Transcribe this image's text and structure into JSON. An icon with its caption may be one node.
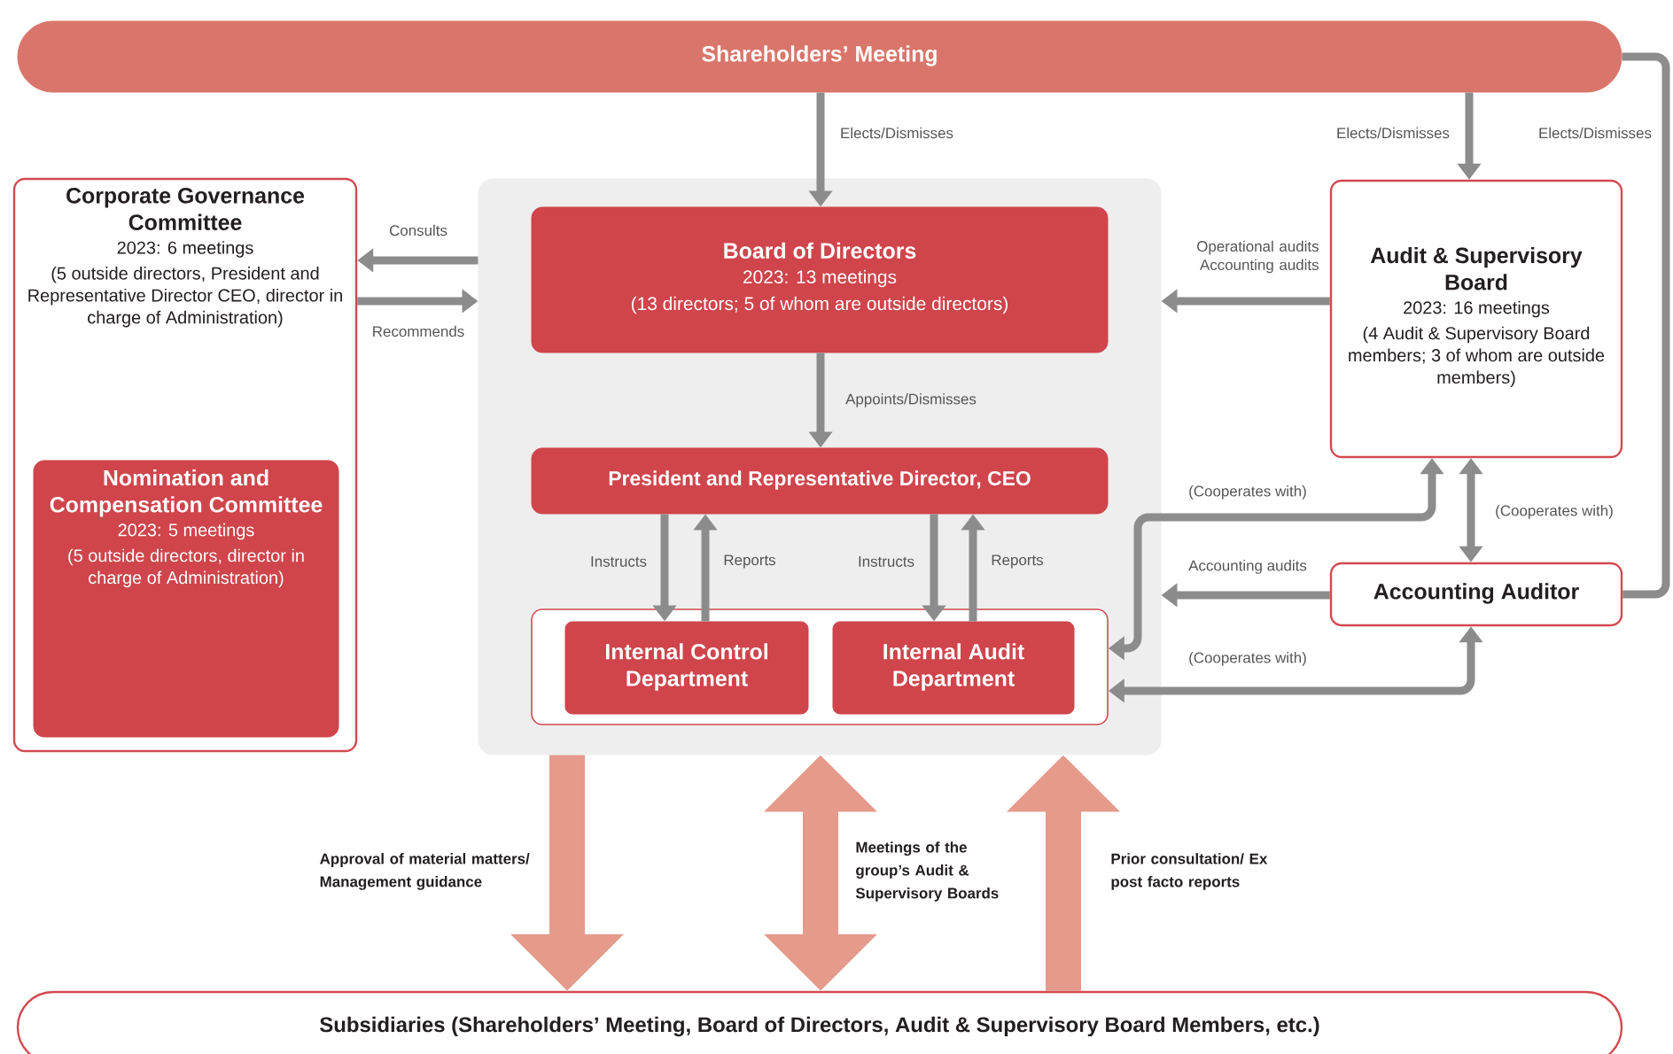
{
  "diagram": {
    "nodes": [
      {
        "text": [
          "Shareholders’ Meeting"
        ]
      },
      {
        "text": [
          "Corporate Governance Committee",
          "2023: 6 meetings",
          "(5 outside directors, President and Representative Director CEO, director in charge of Administration)"
        ]
      },
      {
        "text": [
          "Nomination and Compensation Committee",
          "2023: 5 meetings",
          "(5 outside directors, director in charge of Administration)"
        ],
        "in": 1
      },
      {
        "text": [],
        "shape": "box"
      },
      {
        "text": [
          "Board of Directors",
          "2023: 13 meetings",
          "(13 directors; 5 of whom are outside directors)"
        ],
        "in": 3
      },
      {
        "text": [
          "President and Representative Director, CEO"
        ],
        "in": 3
      },
      {
        "text": [],
        "shape": "box",
        "in": 3
      },
      {
        "text": [
          "Internal Control Department"
        ],
        "in": 6
      },
      {
        "text": [
          "Internal Audit Department"
        ],
        "in": 6
      },
      {
        "text": [
          "Audit & Supervisory Board",
          "2023: 16 meetings",
          "(4 Audit & Supervisory Board members; 3 of whom are outside members)"
        ]
      },
      {
        "text": [
          "Accounting Auditor"
        ]
      },
      {
        "text": [
          "Subsidiaries (Shareholders’ Meeting, Board of Directors, Audit & Supervisory Board Members, etc.)"
        ]
      }
    ],
    "edges": [
      {
        "from": 0,
        "to": 4,
        "arrow": "to",
        "label": "Elects/Dismisses"
      },
      {
        "from": 0,
        "to": 9,
        "arrow": "to",
        "label": "Elects/Dismisses"
      },
      {
        "from": 0,
        "to": 10,
        "arrow": "none",
        "label": "Elects/Dismisses"
      },
      {
        "from": 3,
        "to": 1,
        "arrow": "to",
        "label": "Consults"
      },
      {
        "from": 1,
        "to": 3,
        "arrow": "to",
        "label": "Recommends"
      },
      {
        "from": 4,
        "to": 5,
        "arrow": "to",
        "label": "Appoints/Dismisses"
      },
      {
        "from": 5,
        "to": 7,
        "arrow": "to",
        "label": "Instructs"
      },
      {
        "from": 7,
        "to": 5,
        "arrow": "to",
        "label": "Reports"
      },
      {
        "from": 5,
        "to": 8,
        "arrow": "to",
        "label": "Instructs"
      },
      {
        "from": 8,
        "to": 5,
        "arrow": "to",
        "label": "Reports"
      },
      {
        "from": 9,
        "to": 3,
        "arrow": "to",
        "label": "Operational audits Accounting audits"
      },
      {
        "from": 9,
        "to": 6,
        "arrow": "both",
        "label": "(Cooperates with)"
      },
      {
        "from": 9,
        "to": 10,
        "arrow": "both",
        "label": "(Cooperates with)"
      },
      {
        "from": 10,
        "to": 3,
        "arrow": "to",
        "label": "Accounting audits"
      },
      {
        "from": 10,
        "to": 6,
        "arrow": "both",
        "label": "(Cooperates with)"
      },
      {
        "from": 3,
        "to": 11,
        "arrow": "to",
        "label": "Approval of material matters/ Management guidance",
        "style": "thick",
        "color": "#e59a8b"
      },
      {
        "from": 11,
        "to": 3,
        "arrow": "both",
        "label": "Meetings of the group’s Audit & Supervisory Boards",
        "style": "thick",
        "color": "#e59a8b"
      },
      {
        "from": 11,
        "to": 3,
        "arrow": "to",
        "label": "Prior consultation/ Ex post facto reports",
        "style": "thick",
        "color": "#e59a8b"
      }
    ]
  }
}
